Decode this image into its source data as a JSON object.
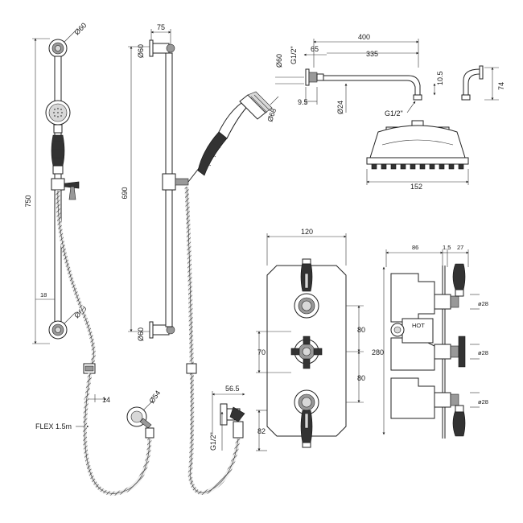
{
  "drawing": {
    "slide_rail": {
      "bracket_dia_top": "Ø60",
      "bracket_dia_bottom": "Ø60",
      "height": "750",
      "offset": "18",
      "hose_offset": "14",
      "hose_label": "FLEX 1.5m",
      "wall_outlet_dia": "Ø54"
    },
    "rail_side": {
      "width": "75",
      "bracket_top": "Ø60",
      "bracket_bottom": "Ø60",
      "height": "690",
      "handset_dia": "Ø68",
      "outlet_depth": "56.5",
      "outlet_thread": "G1/2\""
    },
    "arm": {
      "total": "400",
      "length": "335",
      "flange_depth": "65",
      "flange_dia": "Ø60",
      "thread_top": "G1/2\"",
      "flange_offset": "9.5",
      "arm_dia": "Ø24",
      "thread_bottom": "G1/2\"",
      "drop": "10.5",
      "side_height": "74"
    },
    "shower_head": {
      "diameter": "152"
    },
    "valve_front": {
      "width": "120",
      "upper": "80",
      "lower": "80",
      "left_height": "70",
      "bottom_height": "82"
    },
    "valve_side": {
      "depth": "86",
      "plate": "1.5",
      "handle": "27",
      "hot_label": "HOT",
      "height": "280",
      "dia_1": "ø28",
      "dia_2": "ø28",
      "dia_3": "ø28"
    }
  }
}
